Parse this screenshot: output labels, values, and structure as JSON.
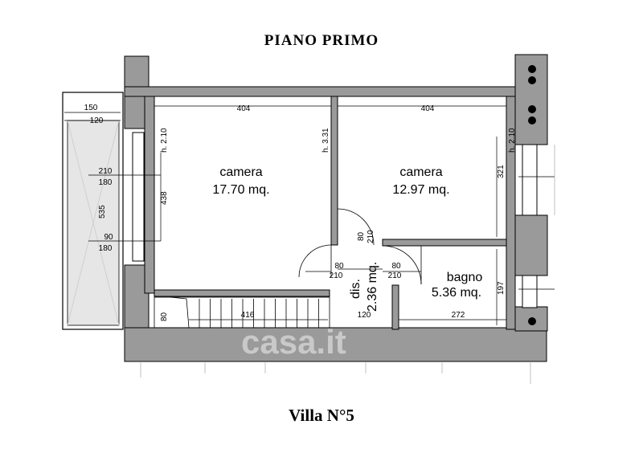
{
  "header": {
    "title": "PIANO PRIMO"
  },
  "footer": {
    "title": "Villa N°5"
  },
  "watermark": {
    "text": "casa.it"
  },
  "rooms": {
    "camera_left": {
      "name": "camera",
      "area": "17.70 mq.",
      "height": "h. 2.10"
    },
    "camera_right": {
      "name": "camera",
      "area": "12.97 mq.",
      "height": "h. 2.10"
    },
    "corridor_height": "h. 3.31",
    "disimpegno": {
      "name": "dis.",
      "area": "2.36 mq."
    },
    "bagno": {
      "name": "bagno",
      "area": "5.36 mq."
    }
  },
  "dimensions": {
    "left_room_width": "404",
    "right_room_width": "404",
    "left_room_depth": "438",
    "right_room_depth": "321",
    "bagno_depth": "197",
    "bagno_width": "272",
    "stair_length": "416",
    "stair_width": "80",
    "dis_width": "120",
    "balcony_outer": "150",
    "balcony_inner": "120",
    "balcony_length": "535",
    "window_upper_outer": "210",
    "window_upper_inner": "180",
    "window_lower_outer": "90",
    "window_lower_inner": "180",
    "door_left_w": "80",
    "door_left_h": "210",
    "door_right_w": "80",
    "door_right_h": "210",
    "door_top_w": "80",
    "door_top_h": "210"
  },
  "colors": {
    "wall": "#9a9a9a",
    "line": "#000000",
    "watermark": "#c9c9c9"
  }
}
